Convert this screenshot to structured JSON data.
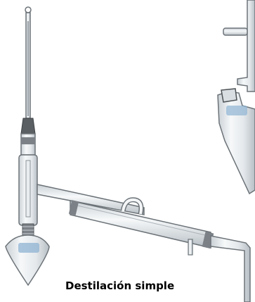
{
  "caption": "Destilación simple",
  "colors": {
    "glass_stroke": "#6c7378",
    "glass_fill": "#eef1f3",
    "glass_shade": "#c9d0d5",
    "joint_dark": "#4e5357",
    "logo_blue": "#8fb3d3",
    "caption": "#000000"
  },
  "illustration": {
    "parts": [
      "thermometer",
      "distillation-head",
      "round-bottom-flask",
      "liebig-condenser",
      "receiving-flask",
      "second-apparatus"
    ]
  }
}
